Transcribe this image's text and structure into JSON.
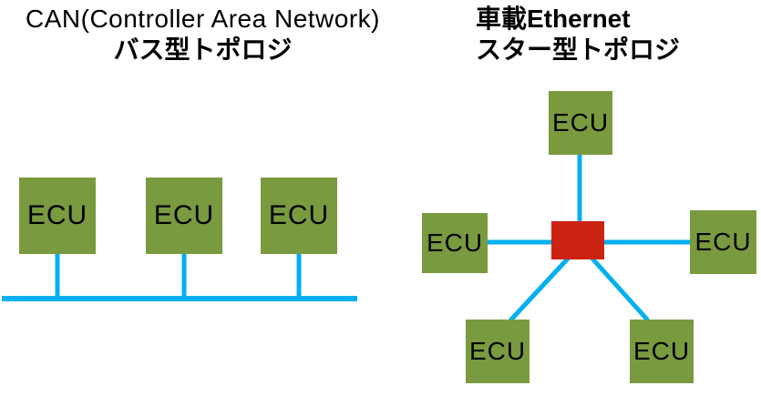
{
  "colors": {
    "node_green": "#7A9A3F",
    "line_cyan": "#00B0F0",
    "hub_red": "#CC2211",
    "text_black": "#000000",
    "background": "#FFFFFF"
  },
  "left_diagram": {
    "title_line1": "CAN(Controller Area Network)",
    "title_line2": "バス型トポロジ",
    "topology": "bus",
    "nodes": [
      {
        "label": "ECU",
        "position": "left"
      },
      {
        "label": "ECU",
        "position": "middle"
      },
      {
        "label": "ECU",
        "position": "right"
      }
    ]
  },
  "right_diagram": {
    "title_line1": "車載Ethernet",
    "title_line2": "スター型トポロジ",
    "topology": "star",
    "hub": {
      "color": "#CC2211"
    },
    "nodes": [
      {
        "label": "ECU",
        "position": "top"
      },
      {
        "label": "ECU",
        "position": "left"
      },
      {
        "label": "ECU",
        "position": "right"
      },
      {
        "label": "ECU",
        "position": "bottom-left"
      },
      {
        "label": "ECU",
        "position": "bottom-right"
      }
    ]
  }
}
